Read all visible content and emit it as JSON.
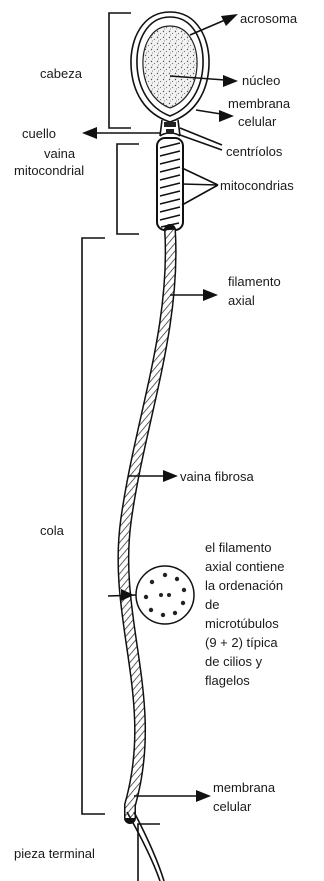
{
  "labels": {
    "acrosoma": "acrosoma",
    "cabeza": "cabeza",
    "nucleo": "núcleo",
    "membrana_celular_top_1": "membrana",
    "membrana_celular_top_2": "celular",
    "cuello": "cuello",
    "centriolos": "centríolos",
    "vaina_mito_1": "vaina",
    "vaina_mito_2": "mitocondrial",
    "mitocondrias": "mitocondrias",
    "filamento_axial_1": "filamento",
    "filamento_axial_2": "axial",
    "vaina_fibrosa": "vaina fibrosa",
    "cola": "cola",
    "axial_note": [
      "el filamento",
      "axial contiene",
      "la ordenación",
      "de",
      "microtúbulos",
      "(9 + 2) típica",
      "de cilios y",
      "flagelos"
    ],
    "membrana_celular_bottom_1": "membrana",
    "membrana_celular_bottom_2": "celular",
    "pieza_terminal": "pieza terminal"
  }
}
